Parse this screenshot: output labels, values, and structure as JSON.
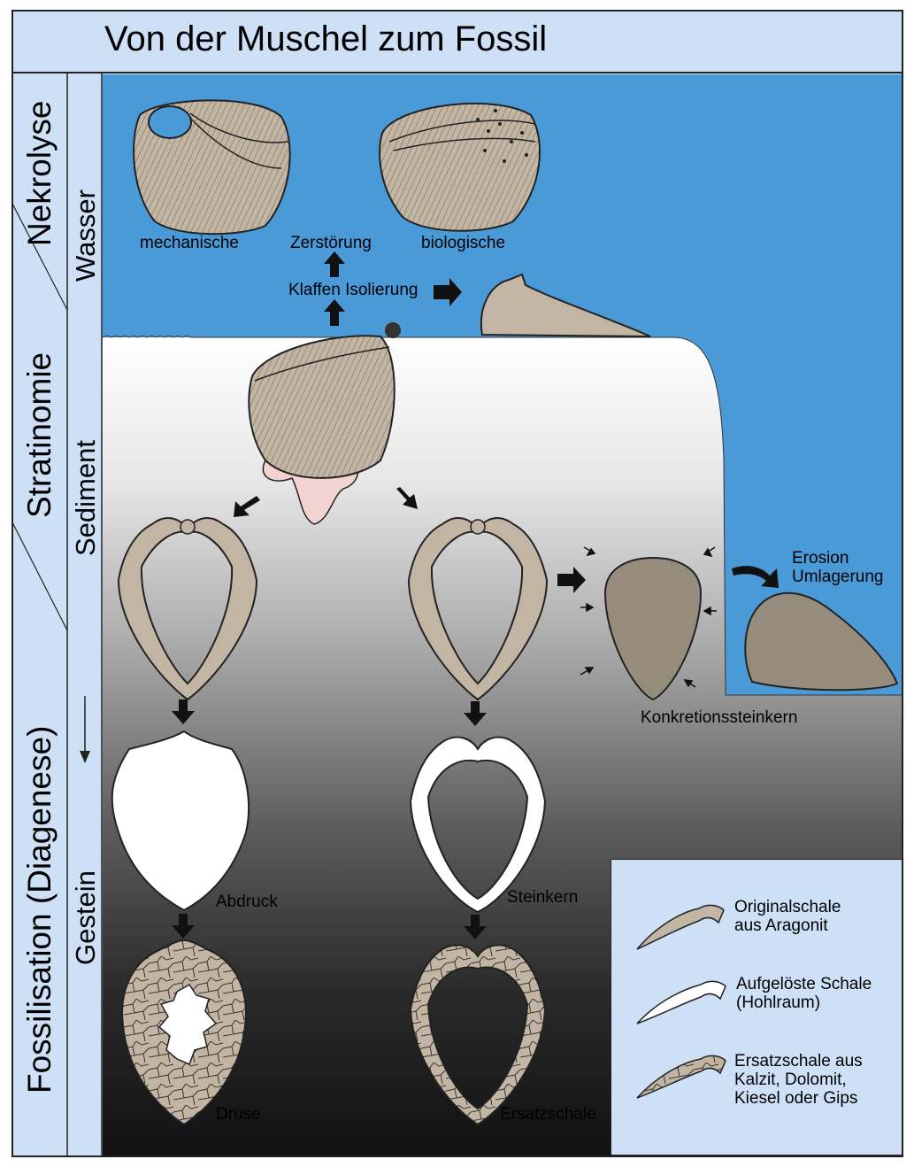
{
  "title": "Von der Muschel zum Fossil",
  "phases": {
    "nekrolyse": "Nekrolyse",
    "stratinomie": "Stratinomie",
    "fossilisation": "Fossilisation (Diagenese)"
  },
  "media": {
    "wasser": "Wasser",
    "sediment": "Sediment",
    "gestein": "Gestein"
  },
  "labels": {
    "mechanische": "mechanische",
    "zerstoerung": "Zerstörung",
    "biologische": "biologische",
    "klaffen_isolierung": "Klaffen Isolierung",
    "erosion": "Erosion",
    "umlagerung": "Umlagerung",
    "konkretion": "Konkretionssteinkern",
    "abdruck": "Abdruck",
    "steinkern": "Steinkern",
    "druse": "Druse",
    "ersatzschale": "Ersatzschale"
  },
  "legend": [
    {
      "line1": "Originalschale",
      "line2": "aus Aragonit",
      "line3": ""
    },
    {
      "line1": "Aufgelöste Schale",
      "line2": "(Hohlraum)",
      "line3": ""
    },
    {
      "line1": "Ersatzschale aus",
      "line2": "Kalzit, Dolomit,",
      "line3": "Kiesel oder Gips"
    }
  ],
  "colors": {
    "water": "#4b9ad8",
    "panel": "#cde0f5",
    "shell": "#c2b5a3",
    "shell_dark": "#a59a89",
    "concretion": "#968c7b",
    "soft_body": "#f3d3cf"
  }
}
